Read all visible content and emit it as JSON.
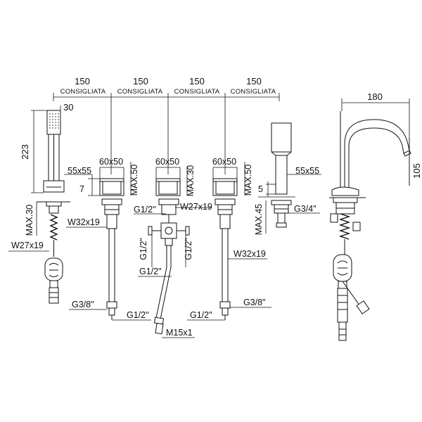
{
  "dimensions": {
    "spacing": [
      "150",
      "150",
      "150",
      "150"
    ],
    "consigliata": [
      "CONSIGLIATA",
      "CONSIGLIATA",
      "CONSIGLIATA",
      "CONSIGLIATA"
    ],
    "spout_width": "180",
    "spout_height": "105",
    "handshower_height": "223",
    "handshower_head": "30"
  },
  "labels": {
    "square_55_left": "55x55",
    "square_55_right": "55x55",
    "block_60_1": "60x50",
    "block_60_2": "60x50",
    "block_60_3": "60x50",
    "max50_1": "MAX.50",
    "max30_2": "MAX.30",
    "max50_3": "MAX.50",
    "seven": "7",
    "five": "5",
    "max30_left": "MAX.30",
    "max45": "MAX.45",
    "w27_left": "W27x19",
    "w32_1": "W32x19",
    "w27_mid": "W27x19",
    "w32_3": "W32x19",
    "g12_top": "G1/2\"",
    "g12_left_v": "G1/2\"",
    "g12_right_v": "G1/2\"",
    "g12_bottom": "G1/2\"",
    "g34": "G3/4\"",
    "g38_left": "G3/8\"",
    "g12_low_left": "G1/2\"",
    "g12_low_right": "G1/2\"",
    "g38_right": "G3/8\"",
    "m15": "M15x1"
  }
}
